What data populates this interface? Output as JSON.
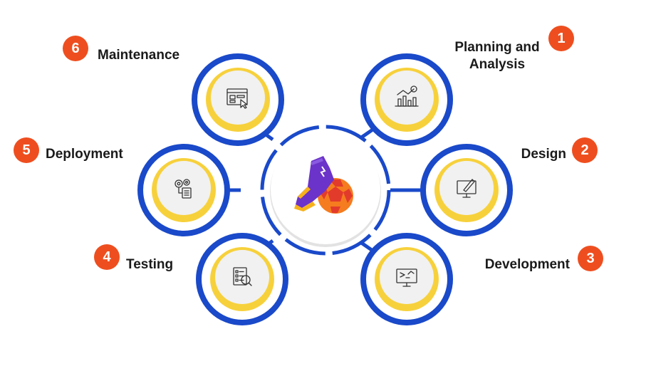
{
  "colors": {
    "ring_blue": "#1a49c9",
    "ring_yellow": "#f7d13c",
    "inner_fill": "#f1f1f1",
    "badge_orange": "#ee4e1f",
    "text_dark": "#1a1a1a",
    "center_shadow": "#d9d9d9",
    "shoe_purple": "#6b33c9",
    "shoe_accent": "#f7b21b",
    "ball_orange": "#f57c1f",
    "ball_red": "#e23b2c"
  },
  "center": {
    "icon": "football-boot-and-ball-icon"
  },
  "steps": [
    {
      "number": "1",
      "label_lines": [
        "Planning and",
        "Analysis"
      ],
      "icon": "analytics-chart-icon"
    },
    {
      "number": "2",
      "label_lines": [
        "Design"
      ],
      "icon": "design-monitor-icon"
    },
    {
      "number": "3",
      "label_lines": [
        "Development"
      ],
      "icon": "code-monitor-icon"
    },
    {
      "number": "4",
      "label_lines": [
        "Testing"
      ],
      "icon": "checklist-inspect-icon"
    },
    {
      "number": "5",
      "label_lines": [
        "Deployment"
      ],
      "icon": "gears-document-icon"
    },
    {
      "number": "6",
      "label_lines": [
        "Maintenance"
      ],
      "icon": "browser-click-icon"
    }
  ]
}
